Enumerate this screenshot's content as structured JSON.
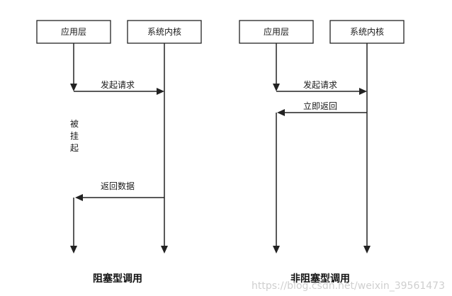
{
  "blocking": {
    "app_layer": "应用层",
    "kernel": "系统内核",
    "request": "发起请求",
    "suspended": [
      "被",
      "挂",
      "起"
    ],
    "return_data": "返回数据",
    "caption": "阻塞型调用"
  },
  "nonblocking": {
    "app_layer": "应用层",
    "kernel": "系统内核",
    "request": "发起请求",
    "return_now": "立即返回",
    "caption": "非阻塞型调用"
  },
  "watermark": "https://blog.csdn.net/weixin_39561473"
}
